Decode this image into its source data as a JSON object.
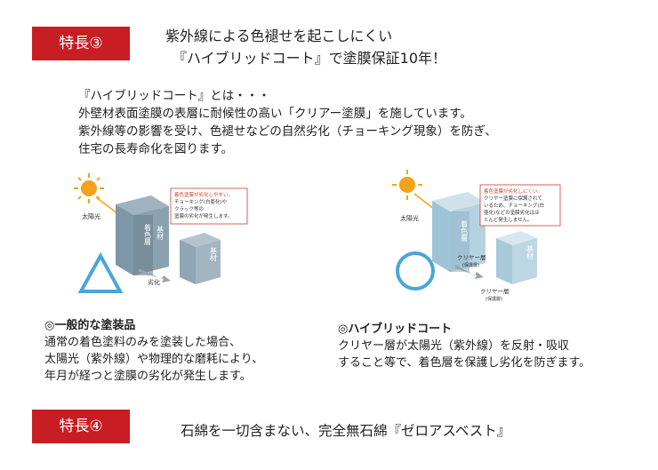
{
  "feature3": {
    "badge": "特長③",
    "headline_line1": "紫外線による色褪せを起こしにくい",
    "headline_line2": "『ハイブリッドコート』で塗膜保証10年！"
  },
  "intro": {
    "lines": [
      "『ハイブリッドコート』とは・・・",
      "外壁材表面塗膜の表層に耐候性の高い「クリアー塗膜」を施しています。",
      "紫外線等の影響を受け、色褪せなどの自然劣化（チョーキング現象）を防ぎ、",
      "住宅の長寿命化を図ります。"
    ]
  },
  "left_diagram": {
    "sun_label": "太陽光",
    "layer_color": "着色層",
    "layer_base": "基材",
    "layer_base2": "基材",
    "arrow_label": "劣化",
    "callout": [
      "着色塗膜が劣化しやすい。",
      "チョーキング(白亜化)や",
      "クラック等の",
      "塗膜の劣化が発生します。"
    ],
    "mark": "triangle",
    "mark_color": "#4aa6d8"
  },
  "right_diagram": {
    "sun_label": "太陽光",
    "layer_color": "着色層",
    "layer_base": "基材",
    "clear_label1": "クリヤー層",
    "clear_sub1": "(保護層)",
    "clear_label2": "クリヤー層",
    "clear_sub2": "(保護層)",
    "callout": [
      "着色塗膜が劣化しにくい。",
      "クリヤー塗膜に保護されて",
      "いるため、チョーキング(白",
      "亜化)などの塗膜劣化はほ",
      "とんど発生しません。"
    ],
    "mark": "circle",
    "mark_color": "#4aa6d8"
  },
  "general_paint": {
    "title": "◎一般的な塗装品",
    "lines": [
      "通常の着色塗料のみを塗装した場合、",
      "太陽光（紫外線）や物理的な磨耗により、",
      "年月が経つと塗膜の劣化が発生します。"
    ]
  },
  "hybrid_coat": {
    "title": "◎ハイブリッドコート",
    "lines": [
      "クリヤー層が太陽光（紫外線）を反射・吸収",
      "すること等で、着色層を保護し劣化を防ぎます。"
    ]
  },
  "feature4": {
    "badge": "特長④",
    "headline": "石綿を一切含まない、完全無石綿『ゼロアスベスト』"
  },
  "colors": {
    "badge_red": "#c81e23",
    "mark_blue": "#4aa6d8",
    "callout_red": "#d23c2a"
  }
}
